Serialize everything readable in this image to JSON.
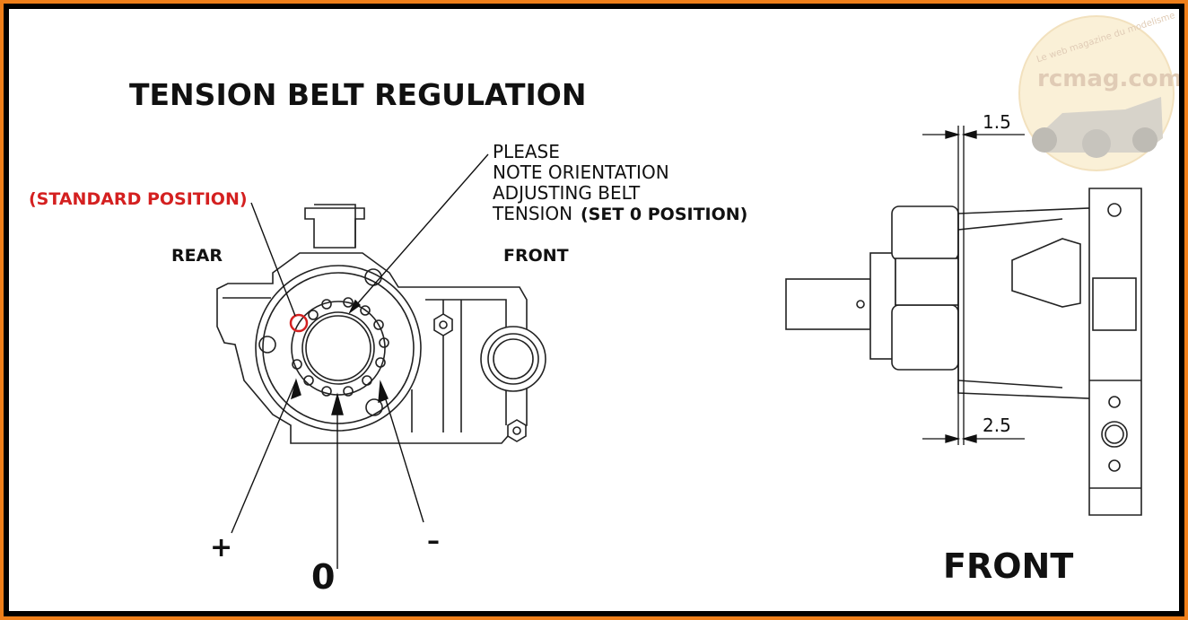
{
  "title": "TENSION BELT REGULATION",
  "labels": {
    "standard_position": "(STANDARD POSITION)",
    "rear": "REAR",
    "front_top": "FRONT",
    "note_line1": "PLEASE",
    "note_line2": "NOTE ORIENTATION",
    "note_line3": "ADJUSTING BELT",
    "note_line4_a": "TENSION",
    "note_line4_b": "(SET 0 POSITION)",
    "plus": "+",
    "zero": "0",
    "minus": "–",
    "front_bottom": "FRONT",
    "dim_top": "1.5",
    "dim_bottom": "2.5"
  },
  "watermark": {
    "logo_text": "rcmag.com",
    "arc_text": "Le web magazine du modelisme"
  },
  "colors": {
    "frame": "#ef7f1a",
    "accent_red": "#d42020",
    "ink": "#111111"
  }
}
